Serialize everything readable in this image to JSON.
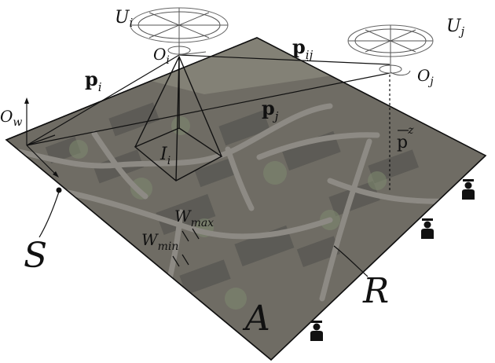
{
  "labels": {
    "U_i": {
      "main": "U",
      "sub": "i"
    },
    "U_j": {
      "main": "U",
      "sub": "j"
    },
    "O_i": {
      "main": "O",
      "sub": "i"
    },
    "O_j": {
      "main": "O",
      "sub": "j"
    },
    "O_w": {
      "main": "O",
      "sub": "w"
    },
    "p_i": {
      "main": "p",
      "sub": "i"
    },
    "p_ij": {
      "main": "p",
      "sub": "ij"
    },
    "p_j": {
      "main": "p",
      "sub": "j"
    },
    "p_bar_z": {
      "main": "p",
      "sup": "z"
    },
    "I_i": {
      "main": "I",
      "sub": "i"
    },
    "W_max": {
      "main": "W",
      "sub": "max"
    },
    "W_min": {
      "main": "W",
      "sub": "min"
    },
    "S": "S",
    "R": "R",
    "A": "A"
  },
  "icons": [
    "drone-icon",
    "drone-icon",
    "person-icon",
    "person-icon",
    "person-icon"
  ],
  "colors": {
    "ground_base": "#6f6c64",
    "road": "#8a8782",
    "outline": "#111111",
    "drone": "#555555"
  }
}
